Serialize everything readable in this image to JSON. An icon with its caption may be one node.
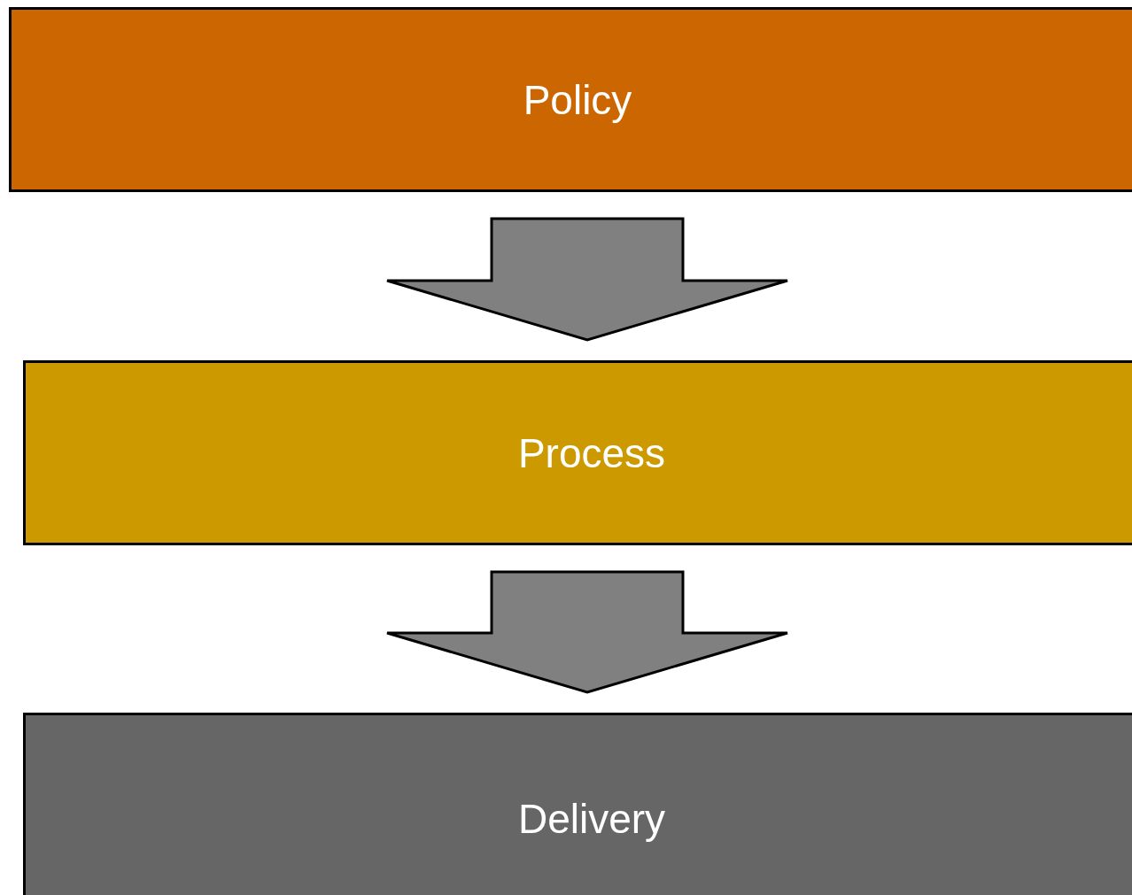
{
  "diagram": {
    "nodes": [
      {
        "text": [
          "Policy"
        ]
      },
      {
        "text": [
          "Process"
        ]
      },
      {
        "text": [
          "Delivery"
        ]
      }
    ],
    "edges": [
      {
        "from": 0,
        "to": 1,
        "arrow": "to"
      },
      {
        "from": 1,
        "to": 2,
        "arrow": "to"
      }
    ]
  }
}
